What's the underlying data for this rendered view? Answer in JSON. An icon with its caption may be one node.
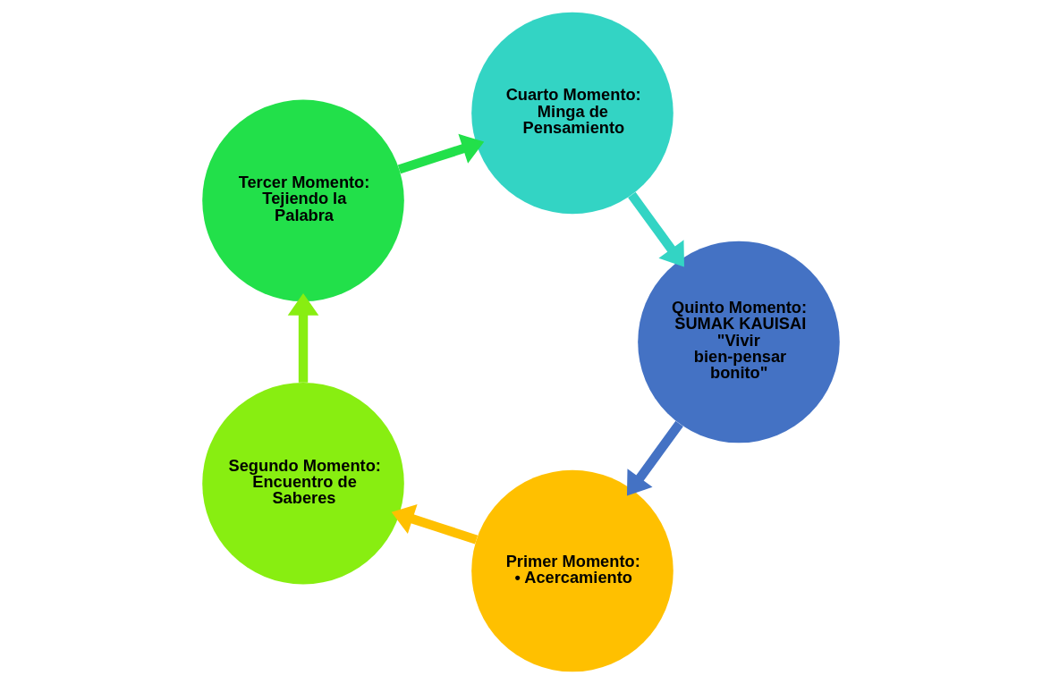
{
  "diagram": {
    "nodes": [
      {
        "text": [
          "Primer Momento:",
          "• Acercamiento"
        ]
      },
      {
        "text": [
          "Segundo Momento:Encuentro de Saberes"
        ]
      },
      {
        "text": [
          "Tercer Momento:",
          "Tejiendo la Palabra"
        ]
      },
      {
        "text": [
          "Cuarto Momento: Minga de Pensamiento"
        ]
      },
      {
        "text": [
          "Quinto Momento: SUMAK KAUISAI \"Vivir bien-pensar bonito\""
        ]
      }
    ],
    "edges": [
      {
        "from": 0,
        "to": 1,
        "arrow": "to",
        "color": "#ffc000"
      },
      {
        "from": 1,
        "to": 2,
        "arrow": "to",
        "color": "#88ee11"
      },
      {
        "from": 2,
        "to": 3,
        "arrow": "to",
        "color": "#22e04a"
      },
      {
        "from": 3,
        "to": 4,
        "arrow": "to",
        "color": "#33d4c4"
      },
      {
        "from": 4,
        "to": 0,
        "arrow": "to",
        "color": "#4472c4"
      }
    ]
  }
}
